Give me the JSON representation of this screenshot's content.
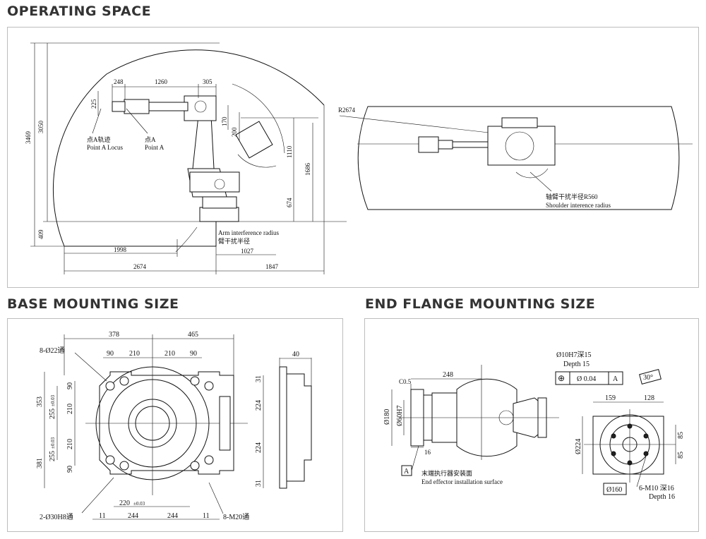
{
  "headings": {
    "operating": "OPERATING SPACE",
    "base": "BASE MOUNTING SIZE",
    "flange": "END FLANGE MOUNTING SIZE"
  },
  "operating": {
    "dims": {
      "d3469": "3469",
      "d3050": "3050",
      "d409": "409",
      "d248": "248",
      "d1260": "1260",
      "d305": "305",
      "d225": "225",
      "d170": "170",
      "d200": "200",
      "d1110": "1110",
      "d1686": "1686",
      "d674": "674",
      "d1998": "1998",
      "d1027": "1027",
      "d2674": "2674",
      "d1847": "1847"
    },
    "point_a_locus_cn": "点A轨迹",
    "point_a_locus_en": "Point A Locus",
    "point_a_cn": "点A",
    "point_a_en": "Point A",
    "arm_radius_en": "Arm interference radius",
    "arm_radius_cn": "臂干扰半径",
    "r2674": "R2674",
    "shoulder_cn": "轴臂干扰半径R560",
    "shoulder_en": "Shoulder interence radius"
  },
  "base": {
    "holes_top": "8-Ø22通",
    "d378": "378",
    "d465": "465",
    "d90a": "90",
    "d210a": "210",
    "d210b": "210",
    "d90b": "90",
    "d40": "40",
    "v353": "353",
    "v381": "381",
    "v255a": "255",
    "v255a_tol": "±0.03",
    "v255b": "255",
    "v255b_tol": "±0.03",
    "v90a": "90",
    "v210a": "210",
    "v210b": "210",
    "v90b": "90",
    "r31a": "31",
    "r224a": "224",
    "r224b": "224",
    "r31b": "31",
    "pin_holes": "2-Ø30H8通",
    "d220": "220",
    "d220_tol": "±0.03",
    "d11a": "11",
    "d244a": "244",
    "d244b": "244",
    "d11b": "11",
    "m20": "8-M20通"
  },
  "flange": {
    "c05": "C0.5",
    "d248": "248",
    "d180": "Ø180",
    "d60h7": "Ø60H7",
    "d16": "16",
    "datum": "A",
    "surface_cn": "末端执行器安装面",
    "surface_en": "End effector installation surface",
    "hole_spec": "Ø10H7深15",
    "depth15": "Depth 15",
    "tol_symbol": "⊕",
    "tol_value": "Ø 0.04",
    "tol_datum": "A",
    "angle": "30°",
    "d159": "159",
    "d128": "128",
    "d224": "Ø224",
    "d85a": "85",
    "d85b": "85",
    "d160": "Ø160",
    "m10": "6-M10 深16",
    "depth16": "Depth 16"
  }
}
